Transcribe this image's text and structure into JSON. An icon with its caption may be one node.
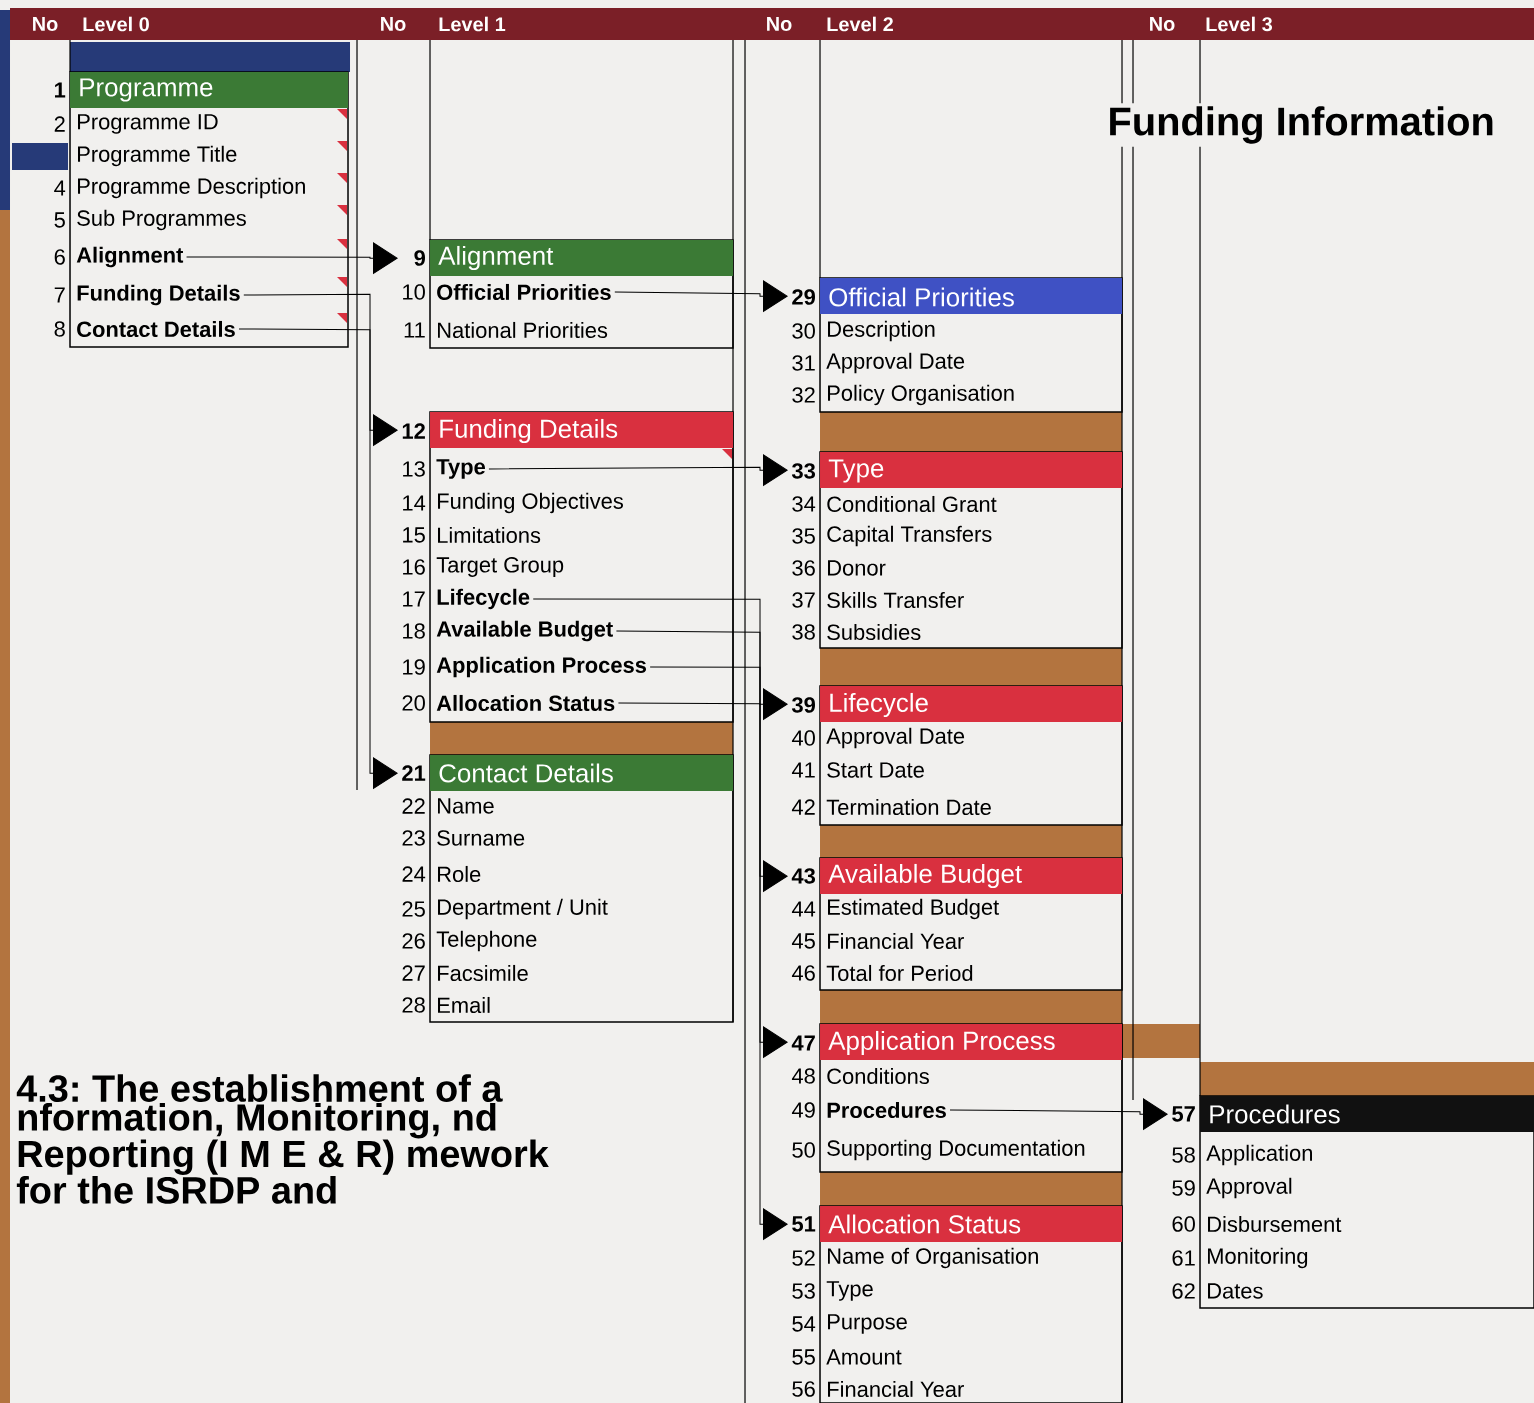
{
  "diagram": {
    "title": "Funding Information",
    "caption": "4.3:  The establishment of a nformation, Monitoring, nd Reporting (I M E & R) mework for the ISRDP and",
    "nodes": [
      {
        "text": [],
        "shape": "box"
      },
      {
        "text": [
          "1",
          "Programme"
        ],
        "in": 0
      },
      {
        "text": [
          "2",
          "Programme ID"
        ],
        "in": 0
      },
      {
        "text": [
          "Programme Title"
        ],
        "in": 0
      },
      {
        "text": [
          "4",
          "Programme Description"
        ],
        "in": 0
      },
      {
        "text": [
          "5",
          "Sub Programmes"
        ],
        "in": 0
      },
      {
        "text": [
          "6",
          "Alignment"
        ],
        "in": 0
      },
      {
        "text": [
          "7",
          "Funding Details"
        ],
        "in": 0
      },
      {
        "text": [
          "8",
          "Contact Details"
        ],
        "in": 0
      },
      {
        "text": [],
        "shape": "box"
      },
      {
        "text": [
          "9",
          "Alignment"
        ],
        "in": 9
      },
      {
        "text": [
          "10",
          "Official Priorities"
        ],
        "in": 9
      },
      {
        "text": [
          "11",
          "National Priorities"
        ],
        "in": 9
      },
      {
        "text": [],
        "shape": "box"
      },
      {
        "text": [
          "12",
          "Funding Details"
        ],
        "in": 13
      },
      {
        "text": [
          "13",
          "Type"
        ],
        "in": 13
      },
      {
        "text": [
          "14",
          "Funding Objectives"
        ],
        "in": 13
      },
      {
        "text": [
          "15",
          "Limitations"
        ],
        "in": 13
      },
      {
        "text": [
          "16",
          "Target Group"
        ],
        "in": 13
      },
      {
        "text": [
          "17",
          "Lifecycle"
        ],
        "in": 13
      },
      {
        "text": [
          "18",
          "Available Budget"
        ],
        "in": 13
      },
      {
        "text": [
          "19",
          "Application Process"
        ],
        "in": 13
      },
      {
        "text": [
          "20",
          "Allocation Status"
        ],
        "in": 13
      },
      {
        "text": [],
        "shape": "box"
      },
      {
        "text": [
          "21",
          "Contact Details"
        ],
        "in": 23
      },
      {
        "text": [
          "22",
          "Name"
        ],
        "in": 23
      },
      {
        "text": [
          "23",
          "Surname"
        ],
        "in": 23
      },
      {
        "text": [
          "24",
          "Role"
        ],
        "in": 23
      },
      {
        "text": [
          "25",
          "Department / Unit"
        ],
        "in": 23
      },
      {
        "text": [
          "26",
          "Telephone"
        ],
        "in": 23
      },
      {
        "text": [
          "27",
          "Facsimile"
        ],
        "in": 23
      },
      {
        "text": [
          "28",
          "Email"
        ],
        "in": 23
      },
      {
        "text": [],
        "shape": "box"
      },
      {
        "text": [
          "29",
          "Official Priorities"
        ],
        "in": 32
      },
      {
        "text": [
          "30",
          "Description"
        ],
        "in": 32
      },
      {
        "text": [
          "31",
          "Approval Date"
        ],
        "in": 32
      },
      {
        "text": [
          "32",
          "Policy Organisation"
        ],
        "in": 32
      },
      {
        "text": [],
        "shape": "box"
      },
      {
        "text": [
          "33",
          "Type"
        ],
        "in": 37
      },
      {
        "text": [
          "34",
          "Conditional Grant"
        ],
        "in": 37
      },
      {
        "text": [
          "35",
          "Capital Transfers"
        ],
        "in": 37
      },
      {
        "text": [
          "36",
          "Donor"
        ],
        "in": 37
      },
      {
        "text": [
          "37",
          "Skills Transfer"
        ],
        "in": 37
      },
      {
        "text": [
          "38",
          "Subsidies"
        ],
        "in": 37
      },
      {
        "text": [],
        "shape": "box"
      },
      {
        "text": [
          "39",
          "Lifecycle"
        ],
        "in": 44
      },
      {
        "text": [
          "40",
          "Approval Date"
        ],
        "in": 44
      },
      {
        "text": [
          "41",
          "Start Date"
        ],
        "in": 44
      },
      {
        "text": [
          "42",
          "Termination Date"
        ],
        "in": 44
      },
      {
        "text": [],
        "shape": "box"
      },
      {
        "text": [
          "43",
          "Available Budget"
        ],
        "in": 49
      },
      {
        "text": [
          "44",
          "Estimated Budget"
        ],
        "in": 49
      },
      {
        "text": [
          "45",
          "Financial Year"
        ],
        "in": 49
      },
      {
        "text": [
          "46",
          "Total for Period"
        ],
        "in": 49
      },
      {
        "text": [],
        "shape": "box"
      },
      {
        "text": [
          "47",
          "Application Process"
        ],
        "in": 54
      },
      {
        "text": [
          "48",
          "Conditions"
        ],
        "in": 54
      },
      {
        "text": [
          "49",
          "Procedures"
        ],
        "in": 54
      },
      {
        "text": [
          "50",
          "Supporting Documentation"
        ],
        "in": 54
      },
      {
        "text": [],
        "shape": "box"
      },
      {
        "text": [
          "51",
          "Allocation Status"
        ],
        "in": 59
      },
      {
        "text": [
          "52",
          "Name of Organisation"
        ],
        "in": 59
      },
      {
        "text": [
          "53",
          "Type"
        ],
        "in": 59
      },
      {
        "text": [
          "54",
          "Purpose"
        ],
        "in": 59
      },
      {
        "text": [
          "55",
          "Amount"
        ],
        "in": 59
      },
      {
        "text": [
          "56",
          "Financial Year"
        ],
        "in": 59
      },
      {
        "text": [],
        "shape": "box"
      },
      {
        "text": [
          "57",
          "Procedures"
        ],
        "in": 66
      },
      {
        "text": [
          "58",
          "Application"
        ],
        "in": 66
      },
      {
        "text": [
          "59",
          "Approval"
        ],
        "in": 66
      },
      {
        "text": [
          "60",
          "Disbursement"
        ],
        "in": 66
      },
      {
        "text": [
          "61",
          "Monitoring"
        ],
        "in": 66
      },
      {
        "text": [
          "62",
          "Dates"
        ],
        "in": 66
      }
    ],
    "edges": [
      {
        "from": 6,
        "to": 10,
        "arrow": "to"
      },
      {
        "from": 7,
        "to": 14,
        "arrow": "to"
      },
      {
        "from": 8,
        "to": 24,
        "arrow": "to"
      },
      {
        "from": 11,
        "to": 33,
        "arrow": "to"
      },
      {
        "from": 15,
        "to": 38,
        "arrow": "to"
      },
      {
        "from": 19,
        "to": 45,
        "arrow": "to"
      },
      {
        "from": 20,
        "to": 50,
        "arrow": "to"
      },
      {
        "from": 21,
        "to": 55,
        "arrow": "to"
      },
      {
        "from": 22,
        "to": 60,
        "arrow": "to"
      },
      {
        "from": 57,
        "to": 67,
        "arrow": "to"
      }
    ],
    "labels": [
      "No",
      "Level 0",
      "No",
      "Level 1",
      "No",
      "Level 2",
      "No",
      "Level 3"
    ]
  }
}
